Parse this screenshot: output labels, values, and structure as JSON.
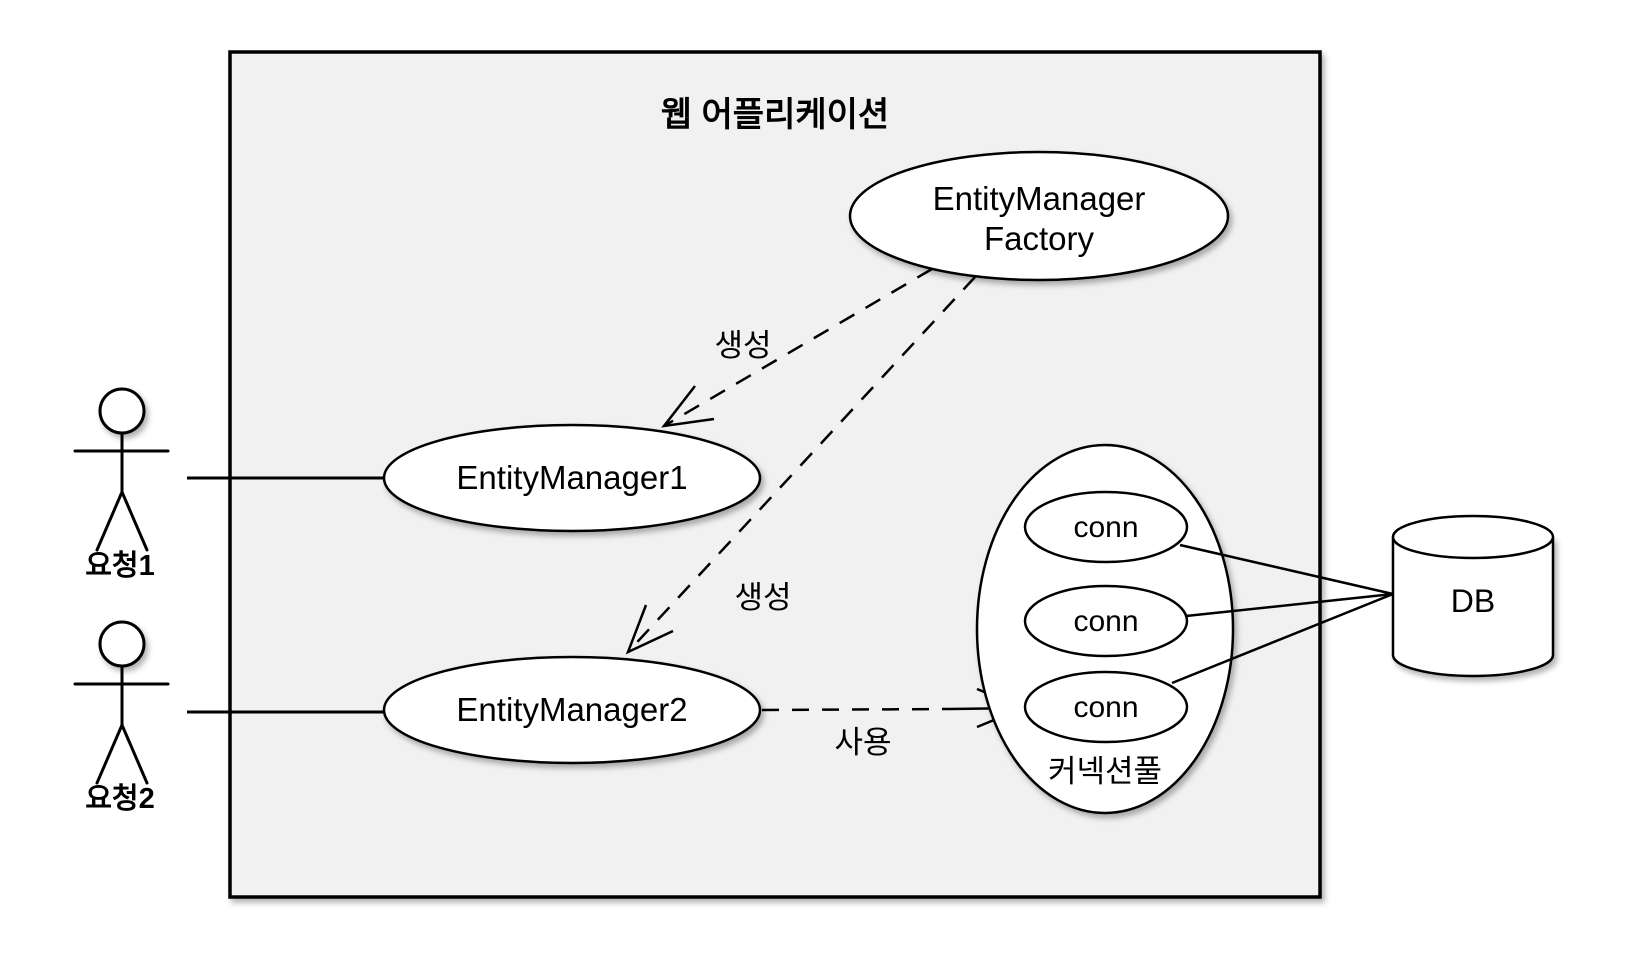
{
  "title": "웹 어플리케이션",
  "nodes": {
    "factory": {
      "line1": "EntityManager",
      "line2": "Factory"
    },
    "em1": "EntityManager1",
    "em2": "EntityManager2",
    "pool": {
      "label": "커넥션풀",
      "conns": [
        "conn",
        "conn",
        "conn"
      ]
    },
    "db": "DB"
  },
  "actors": {
    "request1": "요청1",
    "request2": "요청2"
  },
  "edges": {
    "create1": "생성",
    "create2": "생성",
    "use": "사용"
  },
  "colors": {
    "container_fill": "#f1f1f1",
    "shape_fill": "#ffffff",
    "stroke": "#000000",
    "page_background": "#ffffff"
  }
}
